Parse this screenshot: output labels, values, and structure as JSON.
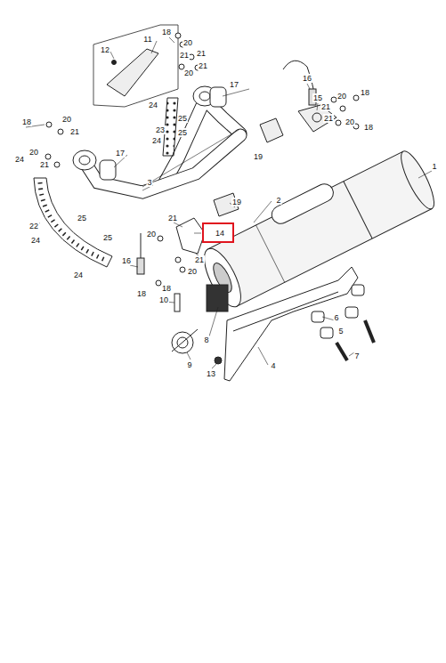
{
  "diagram": {
    "nodes": [
      {
        "text": [
          "14"
        ]
      }
    ],
    "labels": [
      "18",
      "20",
      "11",
      "12",
      "21",
      "21",
      "21",
      "20",
      "17",
      "16",
      "15",
      "20",
      "18",
      "21",
      "21",
      "20",
      "18",
      "24",
      "23",
      "25",
      "25",
      "24",
      "19",
      "1",
      "18",
      "20",
      "21",
      "24",
      "20",
      "21",
      "17",
      "3",
      "2",
      "19",
      "21",
      "20",
      "22",
      "25",
      "24",
      "25",
      "16",
      "21",
      "20",
      "18",
      "18",
      "24",
      "10",
      "6",
      "8",
      "5",
      "9",
      "4",
      "7",
      "13"
    ]
  }
}
